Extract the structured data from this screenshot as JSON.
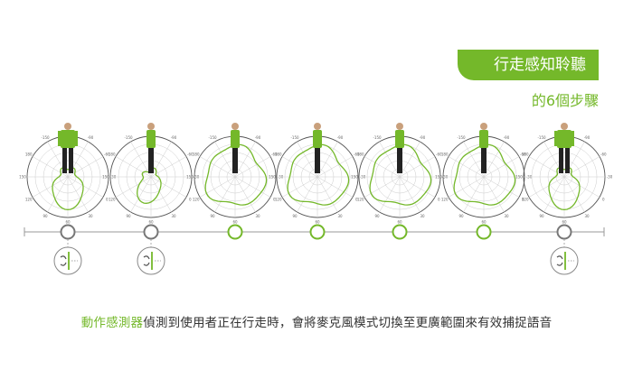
{
  "title": "行走感知聆聽",
  "subtitle": "的6個步驟",
  "caption": {
    "highlight": "動作感測器",
    "rest": "偵測到使用者正在行走時，會將麥克風模式切換至更廣範圍來有效捕捉語音"
  },
  "colors": {
    "accent": "#74b82a",
    "inactive": "#777777"
  },
  "steps": [
    {
      "active": false,
      "has_icon": true,
      "pattern": "front"
    },
    {
      "active": false,
      "has_icon": true,
      "pattern": "narrow"
    },
    {
      "active": true,
      "has_icon": false,
      "pattern": "wide"
    },
    {
      "active": true,
      "has_icon": false,
      "pattern": "wide"
    },
    {
      "active": true,
      "has_icon": false,
      "pattern": "wide"
    },
    {
      "active": true,
      "has_icon": false,
      "pattern": "wide"
    },
    {
      "active": false,
      "has_icon": true,
      "pattern": "front"
    }
  ],
  "polar_labels": [
    "-150",
    "-120",
    "-90",
    "-60",
    "-30",
    "0",
    "30",
    "60",
    "90",
    "120",
    "150",
    "180"
  ]
}
